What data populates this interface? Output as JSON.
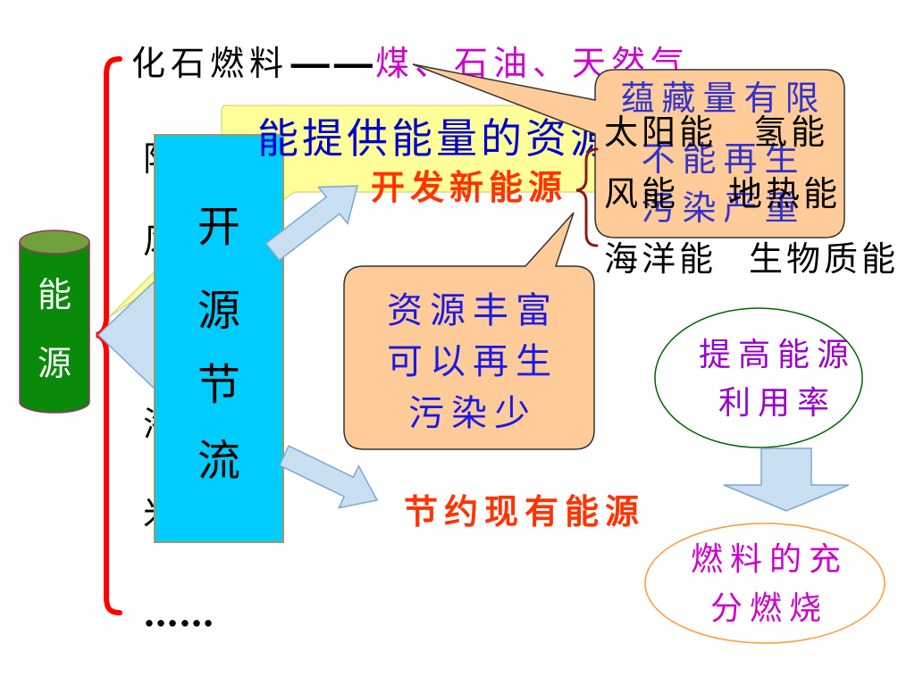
{
  "slide": {
    "fossil_line": {
      "label": "化石燃料",
      "dash": "——",
      "examples": "煤、石油、天然气"
    },
    "hidden_lines": [
      "阳",
      "风",
      "海",
      "米"
    ],
    "ellipsis": "……",
    "energy_cylinder": {
      "chars": [
        "能",
        "源"
      ]
    },
    "definition_callout": {
      "text": "能提供能量的资源"
    },
    "strategy_box": {
      "chars": [
        "开",
        "源",
        "节",
        "流"
      ]
    },
    "develop_new": {
      "label": "开发新能源"
    },
    "new_energy_list": [
      [
        "太阳能",
        "氢能"
      ],
      [
        "风能",
        "地热能"
      ],
      [
        "海洋能",
        "生物质能"
      ]
    ],
    "fossil_callout": {
      "lines": [
        "蕴藏量有限",
        "不能再生",
        "污染严重"
      ]
    },
    "new_energy_callout": {
      "lines": [
        "资源丰富",
        "可以再生",
        "污染少"
      ]
    },
    "save_existing": {
      "label": "节约现有能源"
    },
    "efficiency_oval": {
      "lines": [
        "提高能源",
        "利用率"
      ]
    },
    "combustion_oval": {
      "lines": [
        "燃料的充",
        "分燃烧"
      ]
    }
  },
  "colors": {
    "brace_red": "#FF0000",
    "small_brace": "#8B1A1A",
    "highlight_magenta": "#CC00CC",
    "action_red": "#FF3300",
    "definition_blue": "#0000CC",
    "fossil_callout_text": "#3333CC",
    "new_callout_text": "#1A1AE6",
    "callout_fill": "#FFCC99",
    "strategy_cyan": "#00CCFF",
    "definition_yellow": "#FFFF99",
    "arrow_blue": "#C9DFF2",
    "cylinder_green": "#0A8A0A",
    "cylinder_top": "#6FA23A",
    "oval_purple": "#9900CC",
    "oval_green_border": "#006600",
    "oval_orange_border": "#FF9933"
  }
}
